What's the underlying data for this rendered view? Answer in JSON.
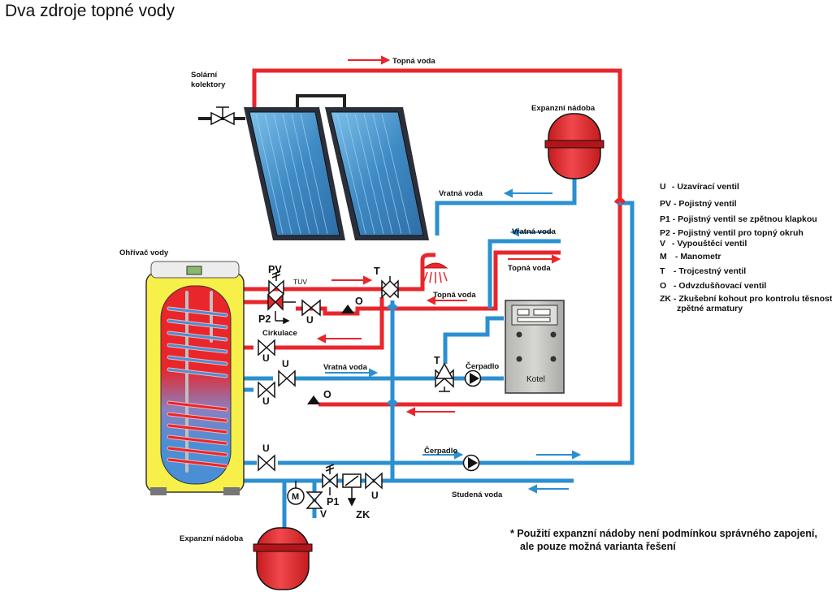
{
  "title": "Dva zdroje topné vody",
  "labels": {
    "solar": [
      "Solární",
      "kolektory"
    ],
    "heater": "Ohřívač vody",
    "expansion_top": "Expanzní nádoba",
    "expansion_bottom": "Expanzní nádoba",
    "topna_voda_top": "Topná voda",
    "vratna_voda_mid": "Vratná voda",
    "vratna_voda_right": "Vratná voda",
    "topna_voda_right": "Topná voda",
    "topna_voda_lower": "Topná voda",
    "vratna_voda_coil": "Vratná voda",
    "cerpadlo_boiler": "Čerpadlo",
    "cerpadlo_circ": "Čerpadlo",
    "studena_voda": "Studená voda",
    "kotel": "Kotel",
    "tuv": "TUV",
    "cirkulace": "Cirkulace",
    "pv": "PV",
    "p2": "P2",
    "p1": "P1",
    "t1": "T",
    "t2": "T",
    "o1": "O",
    "o2": "O",
    "u_tuv": "U",
    "u_circ": "U",
    "u_coil1": "U",
    "u_coil2": "U",
    "u_bottom": "U",
    "u_cold": "U",
    "v": "V",
    "m": "M",
    "zk": "ZK"
  },
  "legend": [
    {
      "key": "U",
      "text": "- Uzavírací ventil"
    },
    {
      "key": "PV",
      "text": "- Pojistný ventil"
    },
    {
      "key": "P1",
      "text": "- Pojistný ventil se zpětnou klapkou"
    },
    {
      "key": "P2",
      "text": "- Pojistný ventil pro topný okruh"
    },
    {
      "key": "V",
      "text": "- Vypouštěcí ventil"
    },
    {
      "key": "M",
      "text": "- Manometr"
    },
    {
      "key": "T",
      "text": "- Trojcestný ventil"
    },
    {
      "key": "O",
      "text": "- Odvzdušňovací ventil"
    },
    {
      "key": "ZK",
      "text": "- Zkušební kohout pro kontrolu těsnosti"
    },
    {
      "key": "",
      "text": "zpětné armatury"
    }
  ],
  "note": [
    "* Použití expanzní nádoby není podmínkou správného zapojení,",
    "ale pouze možná varianta řešení"
  ],
  "colors": {
    "hot": "#e8262b",
    "cold": "#2b8fd0",
    "tank_outer": "#f7ef4a",
    "tank_inner_hot": "#e8262b",
    "tank_inner_cold": "#4a8fd6",
    "expansion": "#e8262b",
    "boiler_body": "#c9cac5",
    "panel_glass": "#4f9fd4"
  },
  "icons": [
    "gate-valve-icon",
    "pump-icon",
    "three-way-valve-icon",
    "safety-valve-icon",
    "air-vent-icon",
    "manometer-icon",
    "shower-head-icon",
    "flow-arrow-icon"
  ]
}
